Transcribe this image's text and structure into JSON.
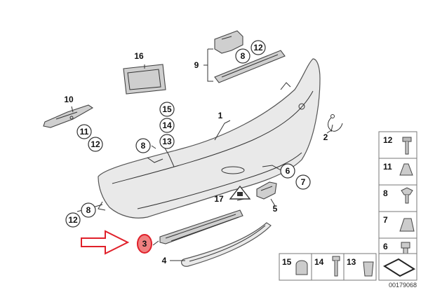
{
  "callouts": {
    "c1": "1",
    "c2": "2",
    "c3": "3",
    "c4": "4",
    "c5": "5",
    "c6": "6",
    "c7": "7",
    "c8a": "8",
    "c8b": "8",
    "c8c": "8",
    "c9": "9",
    "c10": "10",
    "c11": "11",
    "c12a": "12",
    "c12b": "12",
    "c12c": "12",
    "c13": "13",
    "c14": "14",
    "c15": "15",
    "c16": "16",
    "c17": "17"
  },
  "legend_right": [
    {
      "num": "12",
      "icon": "screw-icon"
    },
    {
      "num": "11",
      "icon": "clip-nut-icon"
    },
    {
      "num": "8",
      "icon": "push-rivet-icon"
    },
    {
      "num": "7",
      "icon": "spring-clip-icon"
    },
    {
      "num": "6",
      "icon": "bolt-icon"
    }
  ],
  "legend_bottom": [
    {
      "num": "15",
      "icon": "cap-icon"
    },
    {
      "num": "14",
      "icon": "screw-icon"
    },
    {
      "num": "13",
      "icon": "expanding-nut-icon"
    }
  ],
  "doc_code": "00179068",
  "colors": {
    "highlight": "#e0202a",
    "arrow": "#e0202a",
    "line": "#333333",
    "part": "#e9e9e9"
  }
}
